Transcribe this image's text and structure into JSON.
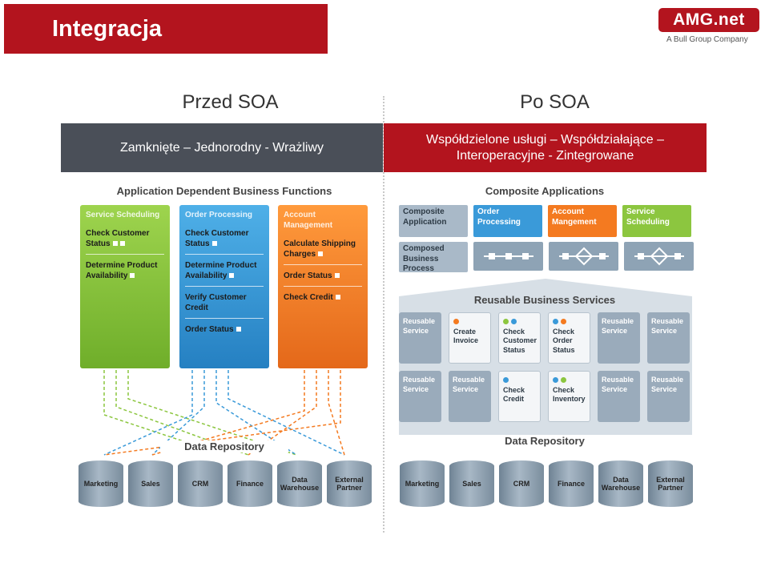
{
  "title": "Integracja",
  "logo": {
    "brand": "AMG.net",
    "tagline": "A Bull Group Company"
  },
  "left": {
    "heading": "Przed SOA",
    "banner": "Zamknięte – Jednorodny - Wrażliwy",
    "banner_color": "#4a4f58",
    "diagram_title": "Application Dependent Business Functions",
    "columns": [
      {
        "head": "Service Scheduling",
        "color": "#8cc63f",
        "items": [
          "Check Customer Status",
          "Determine Product Availability"
        ]
      },
      {
        "head": "Order Processing",
        "color": "#3a9ad9",
        "items": [
          "Check Customer Status",
          "Determine Product Availability",
          "Verify Customer Credit",
          "Order Status"
        ]
      },
      {
        "head": "Account Management",
        "color": "#f47a20",
        "items": [
          "Calculate Shipping Charges",
          "Order Status",
          "Check Credit"
        ]
      }
    ],
    "repo_title": "Data Repository",
    "repos": [
      "Marketing",
      "Sales",
      "CRM",
      "Finance",
      "Data Warehouse",
      "External Partner"
    ]
  },
  "right": {
    "heading": "Po SOA",
    "banner_line1": "Współdzielone usługi – Współdziałające –",
    "banner_line2": "Interoperacyjne - Zintegrowane",
    "banner_color": "#b3141e",
    "diagram_title": "Composite Applications",
    "apps": [
      {
        "label": "Composite Application",
        "color": "#a9b9c8"
      },
      {
        "label": "Order Processing",
        "color": "#3a9ad9"
      },
      {
        "label": "Account Mangement",
        "color": "#f47a20"
      },
      {
        "label": "Service Scheduling",
        "color": "#8cc63f"
      }
    ],
    "composed_label": "Composed Business Process",
    "services_title": "Reusable Business Services",
    "services_row1": [
      "Reusable Service",
      "Create Invoice",
      "Check Customer Status",
      "Check Order Status",
      "Reusable Service",
      "Reusable Service"
    ],
    "services_row2": [
      "Reusable Service",
      "Reusable Service",
      "Check Credit",
      "Check Inventory",
      "Reusable Service",
      "Reusable Service"
    ],
    "repo_title": "Data Repository",
    "repos": [
      "Marketing",
      "Sales",
      "CRM",
      "Finance",
      "Data Warehouse",
      "External Partner"
    ]
  }
}
